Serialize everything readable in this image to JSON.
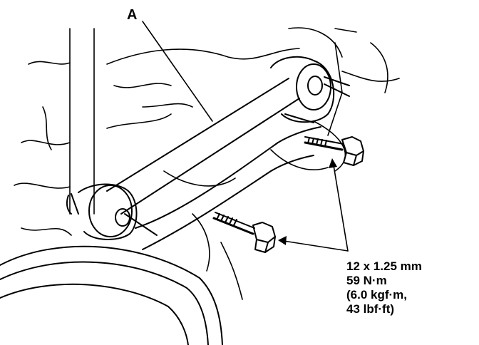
{
  "diagram": {
    "label_a": "A",
    "spec_lines": [
      "12 x 1.25 mm",
      "59 N·m",
      "(6.0 kgf·m,",
      "43 lbf·ft)"
    ]
  }
}
